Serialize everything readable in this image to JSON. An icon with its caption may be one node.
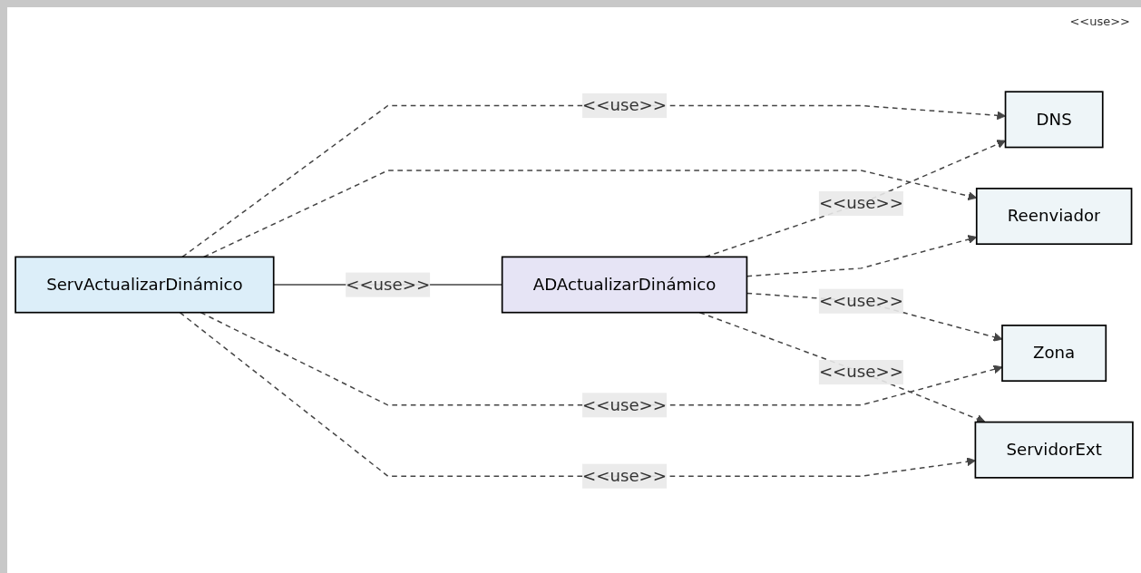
{
  "diagram": {
    "nodes": [
      {
        "text": [
          "DNS"
        ]
      },
      {
        "text": [
          "Reenviador"
        ]
      },
      {
        "text": [
          "ServActualizarDinámico"
        ]
      },
      {
        "text": [
          "ADActualizarDinámico"
        ]
      },
      {
        "text": [
          "Zona"
        ]
      },
      {
        "text": [
          "ServidorExt"
        ]
      }
    ],
    "edges": [
      {
        "from": 2,
        "to": 0,
        "arrow": "to",
        "style": "dashed",
        "label": "<<use>>"
      },
      {
        "from": 2,
        "to": 1,
        "arrow": "to",
        "style": "dashed"
      },
      {
        "from": 2,
        "to": 3,
        "arrow": "none",
        "label": "<<use>>"
      },
      {
        "from": 2,
        "to": 4,
        "arrow": "to",
        "style": "dashed",
        "label": "<<use>>"
      },
      {
        "from": 2,
        "to": 5,
        "arrow": "to",
        "style": "dashed",
        "label": "<<use>>"
      },
      {
        "from": 3,
        "to": 0,
        "arrow": "to",
        "style": "dashed",
        "label": "<<use>>"
      },
      {
        "from": 3,
        "to": 1,
        "arrow": "to",
        "style": "dashed"
      },
      {
        "from": 3,
        "to": 4,
        "arrow": "to",
        "style": "dashed",
        "label": "<<use>>"
      },
      {
        "from": 3,
        "to": 5,
        "arrow": "to",
        "style": "dashed",
        "label": "<<use>>"
      }
    ],
    "labels": [
      "<<use>>"
    ]
  }
}
